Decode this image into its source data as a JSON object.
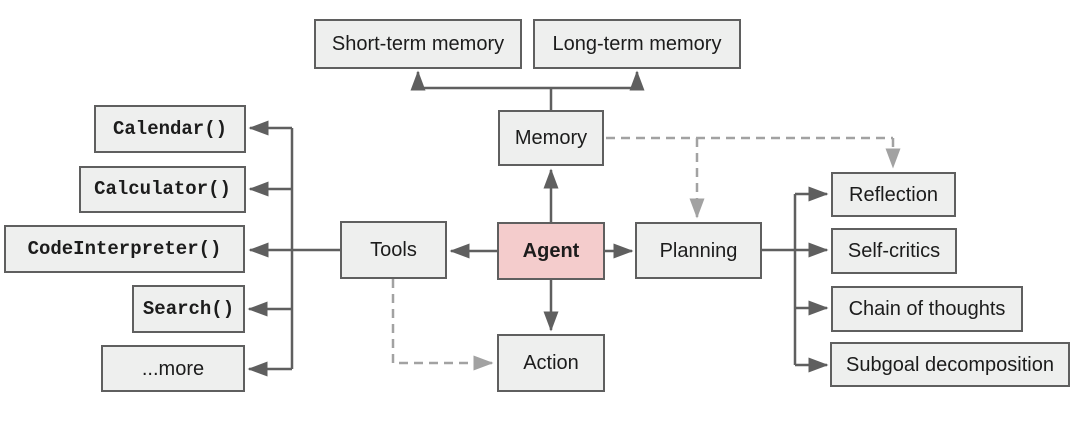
{
  "diagram": {
    "nodes": {
      "short_term": {
        "label": "Short-term memory"
      },
      "long_term": {
        "label": "Long-term memory"
      },
      "memory": {
        "label": "Memory"
      },
      "agent": {
        "label": "Agent"
      },
      "tools": {
        "label": "Tools"
      },
      "planning": {
        "label": "Planning"
      },
      "action": {
        "label": "Action"
      },
      "calendar": {
        "label": "Calendar()"
      },
      "calculator": {
        "label": "Calculator()"
      },
      "code_interpreter": {
        "label": "CodeInterpreter()"
      },
      "search": {
        "label": "Search()"
      },
      "more": {
        "label": "...more"
      },
      "reflection": {
        "label": "Reflection"
      },
      "self_critics": {
        "label": "Self-critics"
      },
      "chain_of_thoughts": {
        "label": "Chain of thoughts"
      },
      "subgoal_decomposition": {
        "label": "Subgoal decomposition"
      }
    },
    "edges": [
      {
        "from": "memory",
        "to": "short_term",
        "style": "solid"
      },
      {
        "from": "memory",
        "to": "long_term",
        "style": "solid"
      },
      {
        "from": "agent",
        "to": "memory",
        "style": "solid"
      },
      {
        "from": "agent",
        "to": "tools",
        "style": "solid"
      },
      {
        "from": "agent",
        "to": "planning",
        "style": "solid"
      },
      {
        "from": "agent",
        "to": "action",
        "style": "solid"
      },
      {
        "from": "tools",
        "to": "calendar",
        "style": "solid"
      },
      {
        "from": "tools",
        "to": "calculator",
        "style": "solid"
      },
      {
        "from": "tools",
        "to": "code_interpreter",
        "style": "solid"
      },
      {
        "from": "tools",
        "to": "search",
        "style": "solid"
      },
      {
        "from": "tools",
        "to": "more",
        "style": "solid"
      },
      {
        "from": "planning",
        "to": "reflection",
        "style": "solid"
      },
      {
        "from": "planning",
        "to": "self_critics",
        "style": "solid"
      },
      {
        "from": "planning",
        "to": "chain_of_thoughts",
        "style": "solid"
      },
      {
        "from": "planning",
        "to": "subgoal_decomposition",
        "style": "solid"
      },
      {
        "from": "memory",
        "to": "planning",
        "style": "dashed"
      },
      {
        "from": "memory",
        "to": "reflection",
        "style": "dashed"
      },
      {
        "from": "tools",
        "to": "action",
        "style": "dashed"
      }
    ],
    "colors": {
      "background": "#ffffff",
      "node_fill": "#eeefee",
      "node_border": "#5f5f5f",
      "agent_fill": "#f4cccc",
      "solid_line": "#5f5f5f",
      "dashed_line": "#a2a2a2",
      "text": "#1c1c1c"
    }
  }
}
